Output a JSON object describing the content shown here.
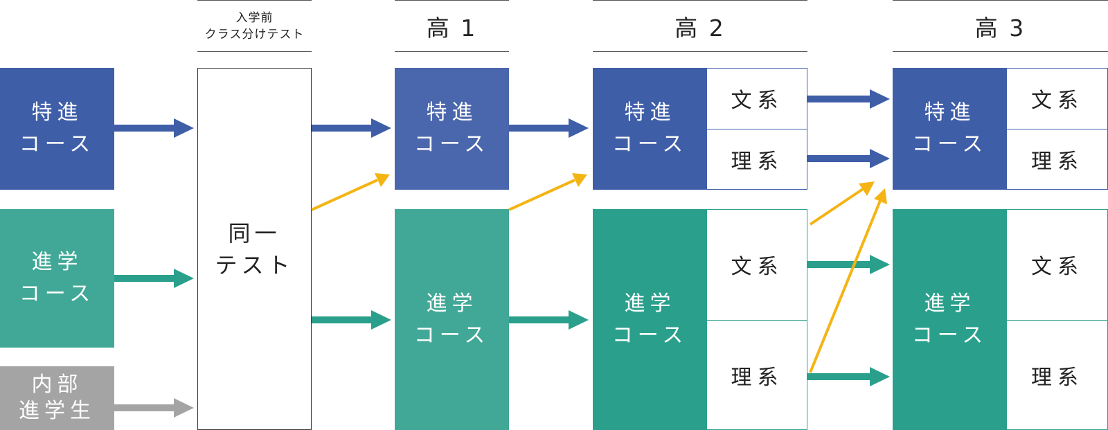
{
  "headers": {
    "pre_test_line1": "入学前",
    "pre_test_line2": "クラス分けテスト",
    "grade1": "高 1",
    "grade2": "高 2",
    "grade3": "高 3"
  },
  "entry": {
    "tokushin": [
      "特進",
      "コース"
    ],
    "shingaku": [
      "進学",
      "コース"
    ],
    "naibu": [
      "内部",
      "進学生"
    ]
  },
  "test": [
    "同一",
    "テスト"
  ],
  "grade1": {
    "tokushin": [
      "特進",
      "コース"
    ],
    "shingaku": [
      "進学",
      "コース"
    ]
  },
  "grade2": {
    "tokushin": [
      "特進",
      "コース"
    ],
    "tokushin_tracks": [
      "文系",
      "理系"
    ],
    "shingaku": [
      "進学",
      "コース"
    ],
    "shingaku_tracks": [
      "文系",
      "理系"
    ]
  },
  "grade3": {
    "tokushin": [
      "特進",
      "コース"
    ],
    "tokushin_tracks": [
      "文系",
      "理系"
    ],
    "shingaku": [
      "進学",
      "コース"
    ],
    "shingaku_tracks": [
      "文系",
      "理系"
    ]
  },
  "colors": {
    "tokushin_blue": "#3F5EA8",
    "shingaku_green": "#2AA08C",
    "naibu_gray": "#A4A4A4",
    "crossover_arrow": "#F4B414"
  }
}
